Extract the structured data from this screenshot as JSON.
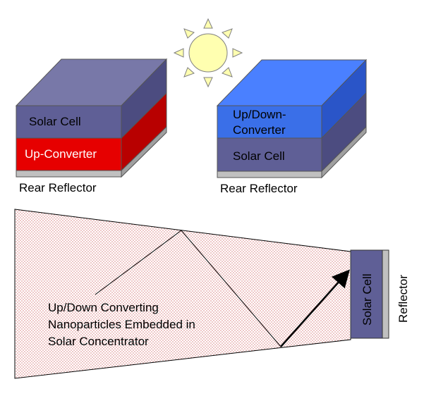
{
  "left_stack": {
    "top_layer": "Solar Cell",
    "bottom_layer": "Up-Converter",
    "reflector": "Rear Reflector"
  },
  "right_stack": {
    "top_layer_line1": "Up/Down-",
    "top_layer_line2": "Converter",
    "bottom_layer": "Solar Cell",
    "reflector": "Rear Reflector"
  },
  "concentrator": {
    "caption_line1": "Up/Down Converting",
    "caption_line2": "Nanoparticles Embedded in",
    "caption_line3": "Solar Concentrator",
    "cell_label": "Solar Cell",
    "reflector_label": "Reflector"
  },
  "colors": {
    "solar_cell": "#5f5f96",
    "up_converter": "#e60000",
    "up_down_converter": "#3a6fe8",
    "reflector": "#c0c0c0",
    "sun": "#ffffb0"
  }
}
